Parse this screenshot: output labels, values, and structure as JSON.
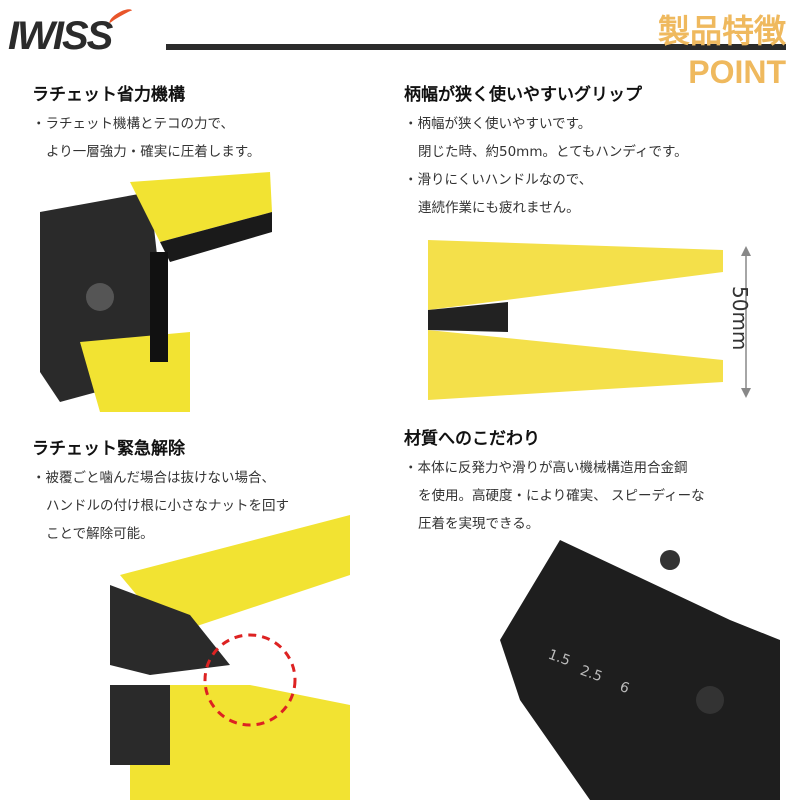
{
  "brand": {
    "logo": "IWISS",
    "feature_title": "製品特徴",
    "point_label": "POINT",
    "accent": "#efb95e"
  },
  "sections": [
    {
      "title": "ラチェット省力機構",
      "lines": [
        "・ラチェット機構とテコの力で、",
        "より一層強力・確実に圧着します。"
      ]
    },
    {
      "title": "柄幅が狭く使いやすいグリップ",
      "lines": [
        "・柄幅が狭く使いやすいです。",
        "閉じた時、約50mm。とてもハンディです。",
        "・滑りにくいハンドルなので、",
        "連続作業にも疲れません。"
      ]
    },
    {
      "title": "ラチェット緊急解除",
      "lines": [
        "・被覆ごと噛んだ場合は抜けない場合、",
        "ハンドルの付け根に小さなナットを回す",
        "ことで解除可能。"
      ]
    },
    {
      "title": "材質へのこだわり",
      "lines": [
        "・本体に反発力や滑りが高い機械構造用合金鋼",
        "を使用。高硬度・により確実、 スピーディーな",
        "圧着を実現できる。"
      ]
    }
  ],
  "grip_width_label": "50mm",
  "crimp_sizes": [
    "1.5",
    "2.5",
    "6"
  ]
}
